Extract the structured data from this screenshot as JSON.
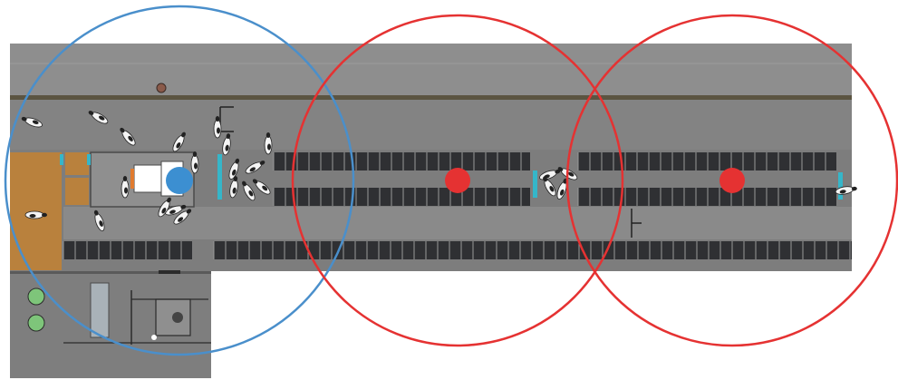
{
  "diagram": {
    "type": "barn-floor-plan",
    "colors": {
      "background": "#ffffff",
      "roof": "#8e8e8e",
      "floor": "#7d7d7d",
      "floor_dark": "#6e6e6e",
      "stall": "#2f3033",
      "stall_divider": "#9a9a9a",
      "bedding": "#b9813d",
      "scraper": "#35b6c9",
      "feeding_robot": "#ffffff",
      "wall": "#4a4a4a",
      "tank": "#7ec57a",
      "robot_coverage_circle": "#4a8fcb",
      "robot_position_dot": "#3c8fd1",
      "feeder_coverage_circle": "#e53232",
      "feeder_position_dot": "#e53232"
    },
    "legend": "none",
    "title": "",
    "zones": [
      "roof",
      "feed-alley",
      "stall-rows",
      "bedding-pen",
      "technical-room"
    ],
    "markers": [
      {
        "kind": "robot",
        "color_key": "robot_position_dot",
        "ring_color_key": "robot_coverage_circle"
      },
      {
        "kind": "feeder",
        "color_key": "feeder_position_dot",
        "ring_color_key": "feeder_coverage_circle"
      },
      {
        "kind": "feeder",
        "color_key": "feeder_position_dot",
        "ring_color_key": "feeder_coverage_circle"
      }
    ],
    "cow_count": 24,
    "tank_count": 2
  }
}
